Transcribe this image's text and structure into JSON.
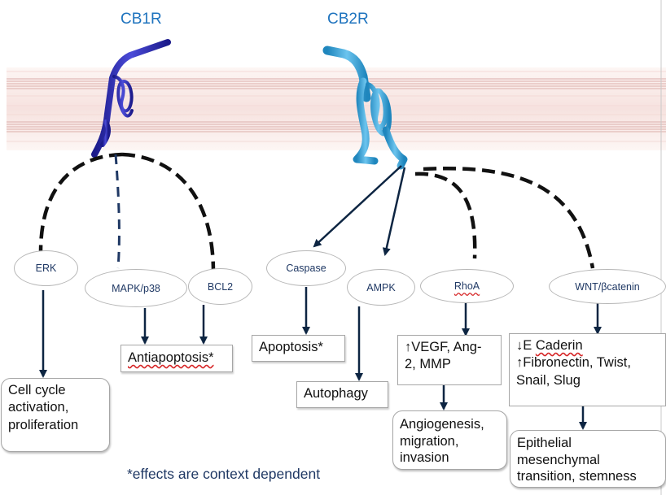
{
  "receptors": [
    {
      "label": "CB1R",
      "color": "#2e2db8"
    },
    {
      "label": "CB2R",
      "color": "#3aa6da"
    }
  ],
  "nodes": {
    "erk": "ERK",
    "mapk": "MAPK/p38",
    "bcl2": "BCL2",
    "caspase": "Caspase",
    "ampk": "AMPK",
    "rhoa": "RhoA",
    "wnt": "WNT/βcatenin"
  },
  "outcomes": {
    "cell_cycle": [
      "Cell cycle",
      "activation,",
      "proliferation"
    ],
    "antiapoptosis": "Antiapoptosis*",
    "apoptosis": "Apoptosis*",
    "autophagy": "Autophagy",
    "vegf": [
      "↑VEGF, Ang-",
      "2, MMP"
    ],
    "angiogenesis": [
      "Angiogenesis,",
      "migration,",
      "invasion"
    ],
    "ecad": {
      "arrow": "↓E ",
      "word": "Caderin"
    },
    "fibro": {
      "arrow": "↑",
      "word": "Fibronectin",
      "rest": ", Twist,"
    },
    "snail": "Snail, Slug",
    "emt": [
      "Epithelial",
      "mesenchymal",
      "transition, stemness"
    ]
  },
  "footnote": "*effects are context dependent",
  "colors": {
    "arrow": "#0d2542",
    "membrane_band": "#f8e7e5",
    "membrane_lines": "#e2b4b4"
  }
}
